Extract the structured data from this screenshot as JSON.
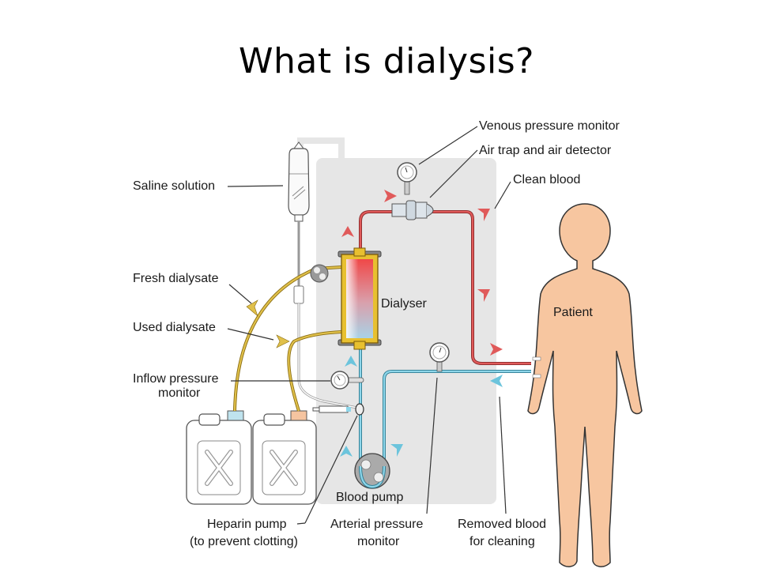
{
  "slide": {
    "title": "What is dialysis?"
  },
  "diagram": {
    "labels": {
      "saline_solution": "Saline solution",
      "venous_pressure_monitor": "Venous pressure monitor",
      "air_trap": "Air trap and air detector",
      "clean_blood": "Clean blood",
      "fresh_dialysate": "Fresh dialysate",
      "used_dialysate": "Used dialysate",
      "dialyser": "Dialyser",
      "patient": "Patient",
      "inflow_pressure_line1": "Inflow pressure",
      "inflow_pressure_line2": "monitor",
      "blood_pump": "Blood pump",
      "heparin_line1": "Heparin pump",
      "heparin_line2": "(to prevent clotting)",
      "arterial_line1": "Arterial pressure",
      "arterial_line2": "monitor",
      "removed_line1": "Removed blood",
      "removed_line2": "for cleaning"
    },
    "colors": {
      "machine_panel": "#e6e6e6",
      "clean_blood": "#e05a5a",
      "removed_blood": "#6cc4dc",
      "dialysate": "#d4b23a",
      "skin": "#f7c6a0",
      "outline": "#333333"
    }
  }
}
